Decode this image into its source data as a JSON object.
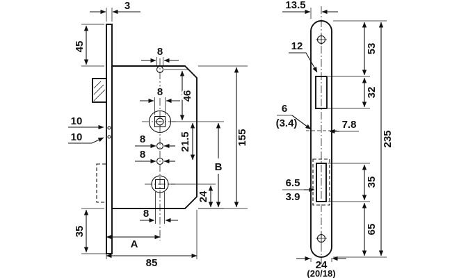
{
  "labels": {
    "left": {
      "t3": "3",
      "t45": "45",
      "t8_top": "8",
      "t8_square": "8",
      "t8_hole_mid": "8",
      "t8_hole_low": "8",
      "t8_bottom": "8",
      "t10_upper": "10",
      "t10_lower": "10",
      "t46": "46",
      "t21_5": "21.5",
      "t155": "155",
      "tB": "B",
      "t24": "24",
      "t35": "35",
      "tA": "A",
      "t85": "85"
    },
    "right": {
      "t13_5": "13.5",
      "t12": "12",
      "t53": "53",
      "t32": "32",
      "t6": "6",
      "t3_4": "(3.4)",
      "t7_8": "7.8",
      "t235": "235",
      "t35": "35",
      "t6_5": "6.5",
      "t3_9": "3.9",
      "t65": "65",
      "t24": "24",
      "t20_18": "(20/18)"
    }
  }
}
